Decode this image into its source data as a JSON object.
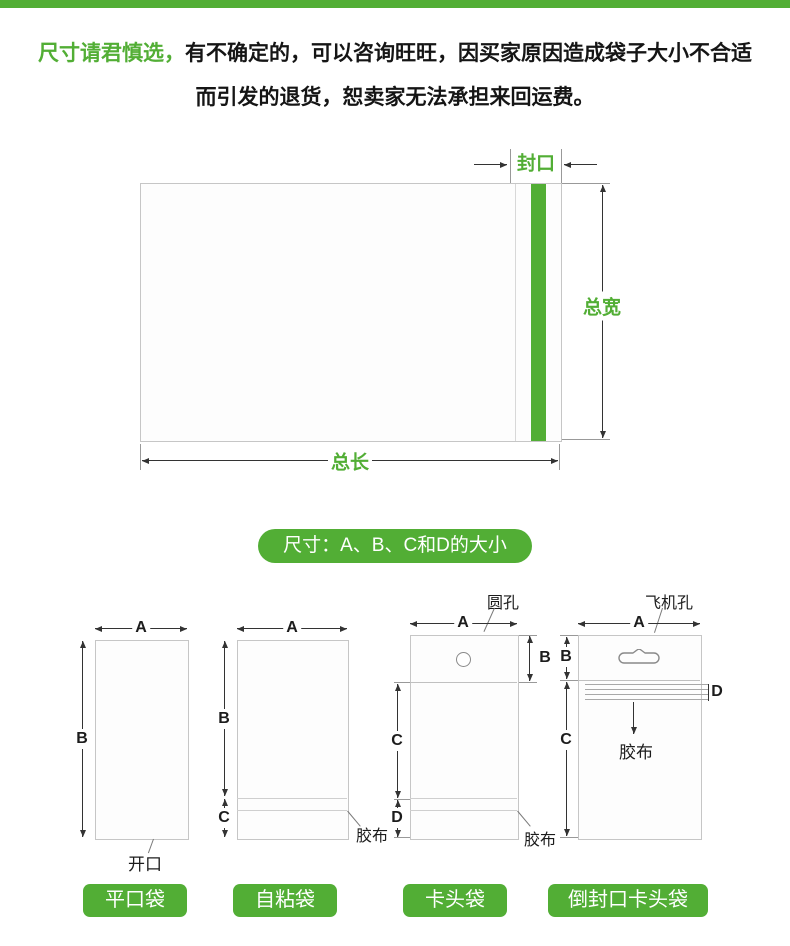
{
  "notice": {
    "line1_highlight": "尺寸请君慎选，",
    "line1_rest": "有不确定的，可以咨询旺旺，因买家原因造成袋子大小不合适",
    "line2": "而引发的退货，恕卖家无法承担来回运费。"
  },
  "main_diagram": {
    "seal": "封口",
    "total_width": "总宽",
    "total_length": "总长"
  },
  "size_banner": "尺寸：A、B、C和D的大小",
  "dims": {
    "A": "A",
    "B": "B",
    "C": "C",
    "D": "D"
  },
  "diagram1": {
    "label": "平口袋",
    "opening": "开口"
  },
  "diagram2": {
    "label": "自粘袋",
    "tape": "胶布"
  },
  "diagram3": {
    "label": "卡头袋",
    "hole": "圆孔",
    "tape": "胶布"
  },
  "diagram4": {
    "label": "倒封口卡头袋",
    "hole": "飞机孔",
    "tape": "胶布"
  },
  "colors": {
    "green": "#52ae35"
  }
}
